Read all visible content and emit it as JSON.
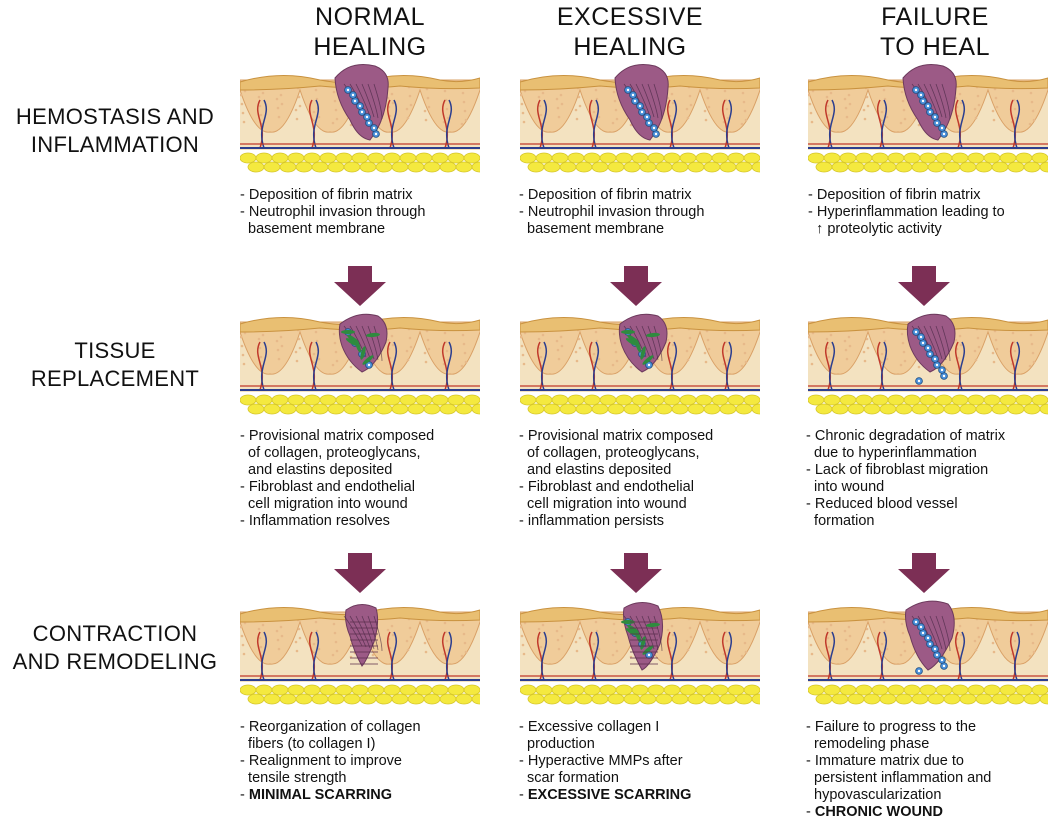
{
  "columns": [
    {
      "title_lines": [
        "NORMAL",
        "HEALING"
      ],
      "stages": [
        {
          "notes": [
            {
              "text": "- Deposition of fibrin matrix"
            },
            {
              "text": "- Neutrophil invasion through"
            },
            {
              "text": "  basement membrane"
            }
          ]
        },
        {
          "notes": [
            {
              "text": "- Provisional matrix composed"
            },
            {
              "text": "  of collagen, proteoglycans,"
            },
            {
              "text": "  and elastins deposited"
            },
            {
              "text": "- Fibroblast and endothelial"
            },
            {
              "text": "  cell migration into wound"
            },
            {
              "text": "- Inflammation resolves"
            }
          ]
        },
        {
          "notes": [
            {
              "text": "- Reorganization of collagen"
            },
            {
              "text": "  fibers (to collagen I)"
            },
            {
              "text": "- Realignment to improve"
            },
            {
              "text": "  tensile strength"
            },
            {
              "text": "- ",
              "bold_text": "MINIMAL SCARRING"
            }
          ]
        }
      ]
    },
    {
      "title_lines": [
        "EXCESSIVE",
        "HEALING"
      ],
      "stages": [
        {
          "notes": [
            {
              "text": "- Deposition of fibrin matrix"
            },
            {
              "text": "- Neutrophil invasion through"
            },
            {
              "text": "  basement membrane"
            }
          ]
        },
        {
          "notes": [
            {
              "text": "- Provisional matrix composed"
            },
            {
              "text": "  of collagen, proteoglycans,"
            },
            {
              "text": "  and elastins deposited"
            },
            {
              "text": "- Fibroblast and endothelial"
            },
            {
              "text": "  cell migration into wound"
            },
            {
              "text": "- inflammation persists"
            }
          ]
        },
        {
          "notes": [
            {
              "text": "- Excessive collagen I"
            },
            {
              "text": "  production"
            },
            {
              "text": "- Hyperactive MMPs after"
            },
            {
              "text": "  scar formation"
            },
            {
              "text": "- ",
              "bold_text": "EXCESSIVE SCARRING"
            }
          ]
        }
      ]
    },
    {
      "title_lines": [
        "FAILURE",
        "TO HEAL"
      ],
      "stages": [
        {
          "notes": [
            {
              "text": "- Deposition of fibrin matrix"
            },
            {
              "text": "- Hyperinflammation leading to"
            },
            {
              "text": "  ↑ proteolytic activity"
            }
          ]
        },
        {
          "notes": [
            {
              "text": "- Chronic degradation of matrix"
            },
            {
              "text": "  due to hyperinflammation"
            },
            {
              "text": "- Lack of fibroblast migration"
            },
            {
              "text": "  into wound"
            },
            {
              "text": "- Reduced blood vessel"
            },
            {
              "text": "  formation"
            }
          ]
        },
        {
          "notes": [
            {
              "text": "- Failure to progress to the"
            },
            {
              "text": "  remodeling phase"
            },
            {
              "text": "- Immature matrix due to"
            },
            {
              "text": "  persistent inflammation and"
            },
            {
              "text": "  hypovascularization"
            },
            {
              "text": "- ",
              "bold_text": "CHRONIC WOUND"
            }
          ]
        }
      ]
    }
  ],
  "rows": [
    {
      "title_lines": [
        "HEMOSTASIS AND",
        "INFLAMMATION"
      ]
    },
    {
      "title_lines": [
        "TISSUE",
        "REPLACEMENT"
      ]
    },
    {
      "title_lines": [
        "CONTRACTION",
        "AND REMODELING"
      ]
    }
  ],
  "colors": {
    "wound": "#9c5a86",
    "arrow": "#7c2f55",
    "epidermis": "#e9bf72",
    "dermis": "#f3e2c0",
    "dermis_dots": "#e7b98a",
    "fat": "#f4e93f",
    "vessel_red": "#c0392b",
    "vessel_blue": "#2c3e8f",
    "neutrophil": "#4a90d9",
    "fibroblast": "#2e8b3e"
  }
}
